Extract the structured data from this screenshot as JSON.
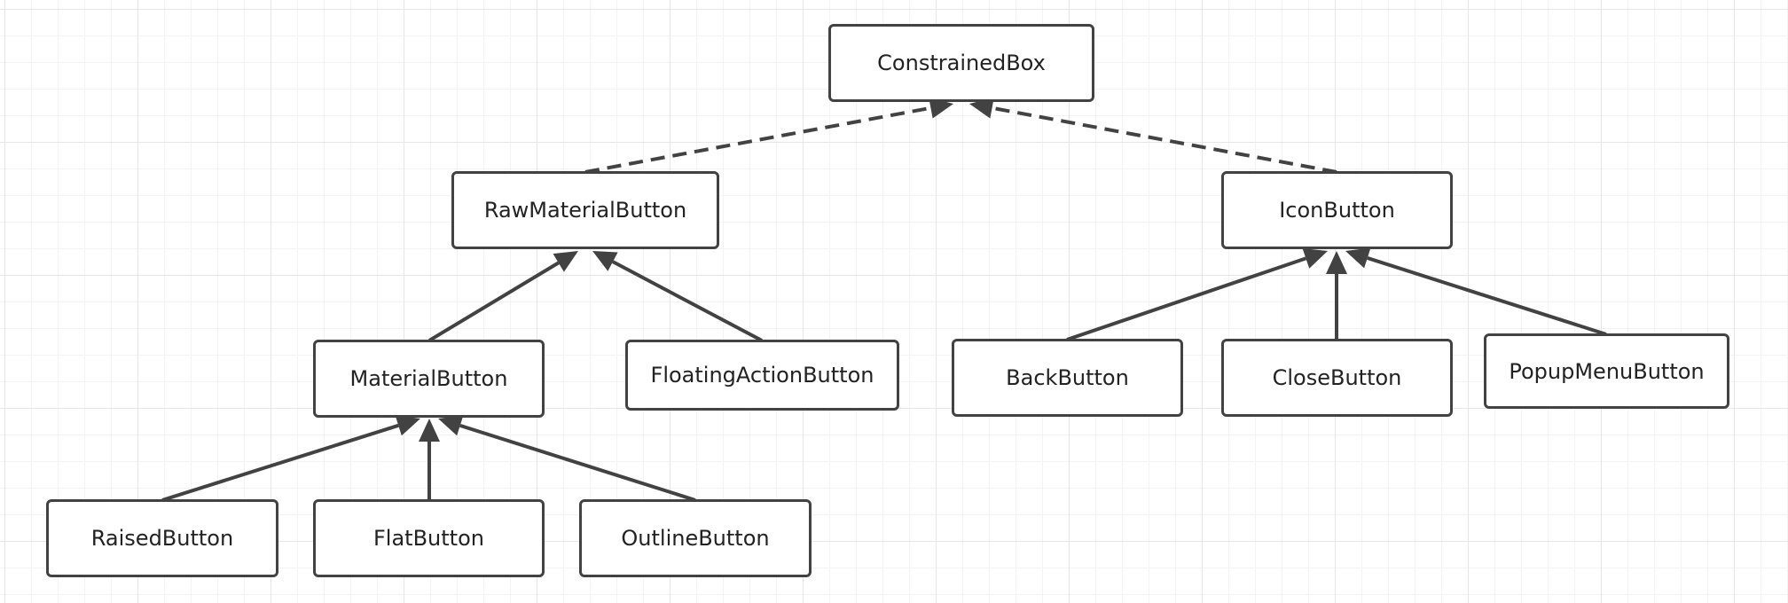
{
  "diagram": {
    "line_color": "#424242",
    "box_border_color": "#424242",
    "nodes": [
      {
        "id": "constrainedbox",
        "label": "ConstrainedBox"
      },
      {
        "id": "rawmaterialbutton",
        "label": "RawMaterialButton"
      },
      {
        "id": "iconbutton",
        "label": "IconButton"
      },
      {
        "id": "materialbutton",
        "label": "MaterialButton"
      },
      {
        "id": "floatingactionbutton",
        "label": "FloatingActionButton"
      },
      {
        "id": "backbutton",
        "label": "BackButton"
      },
      {
        "id": "closebutton",
        "label": "CloseButton"
      },
      {
        "id": "popupmenubutton",
        "label": "PopupMenuButton"
      },
      {
        "id": "raisedbutton",
        "label": "RaisedButton"
      },
      {
        "id": "flatbutton",
        "label": "FlatButton"
      },
      {
        "id": "outlinebutton",
        "label": "OutlineButton"
      }
    ],
    "edges": [
      {
        "from": "rawmaterialbutton",
        "to": "constrainedbox",
        "style": "dashed"
      },
      {
        "from": "iconbutton",
        "to": "constrainedbox",
        "style": "dashed"
      },
      {
        "from": "materialbutton",
        "to": "rawmaterialbutton",
        "style": "solid"
      },
      {
        "from": "floatingactionbutton",
        "to": "rawmaterialbutton",
        "style": "solid"
      },
      {
        "from": "backbutton",
        "to": "iconbutton",
        "style": "solid"
      },
      {
        "from": "closebutton",
        "to": "iconbutton",
        "style": "solid"
      },
      {
        "from": "popupmenubutton",
        "to": "iconbutton",
        "style": "solid"
      },
      {
        "from": "raisedbutton",
        "to": "materialbutton",
        "style": "solid"
      },
      {
        "from": "flatbutton",
        "to": "materialbutton",
        "style": "solid"
      },
      {
        "from": "outlinebutton",
        "to": "materialbutton",
        "style": "solid"
      }
    ]
  }
}
